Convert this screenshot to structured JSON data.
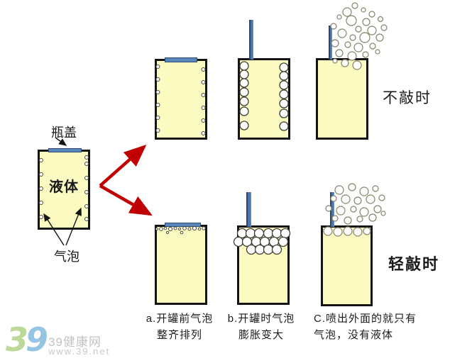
{
  "diagram": {
    "left_can": {
      "cap_label": "瓶盖",
      "liquid_label": "液体",
      "bubbles_label": "气泡"
    },
    "rows": {
      "top_label": "不敲时",
      "bottom_label": "轻敲时"
    },
    "captions": {
      "a_line1": "a.开罐前气泡",
      "a_line2": "整齐排列",
      "b_line1": "b.开罐时气泡",
      "b_line2": "膨胀变大",
      "c_line1": "C.喷出外面的就只有",
      "c_line2": "气泡，没有液体"
    },
    "colors": {
      "can_fill": "#fbfac1",
      "can_border": "#141414",
      "cap_blue": "#5b86ba",
      "tab_blue": "#4a76ad",
      "arrow_red": "#c00000",
      "bubble_stroke": "#55554a"
    }
  },
  "watermark": {
    "logo_3": "3",
    "logo_9": "9",
    "site_name": "39健康网",
    "url": "www.39.net"
  }
}
